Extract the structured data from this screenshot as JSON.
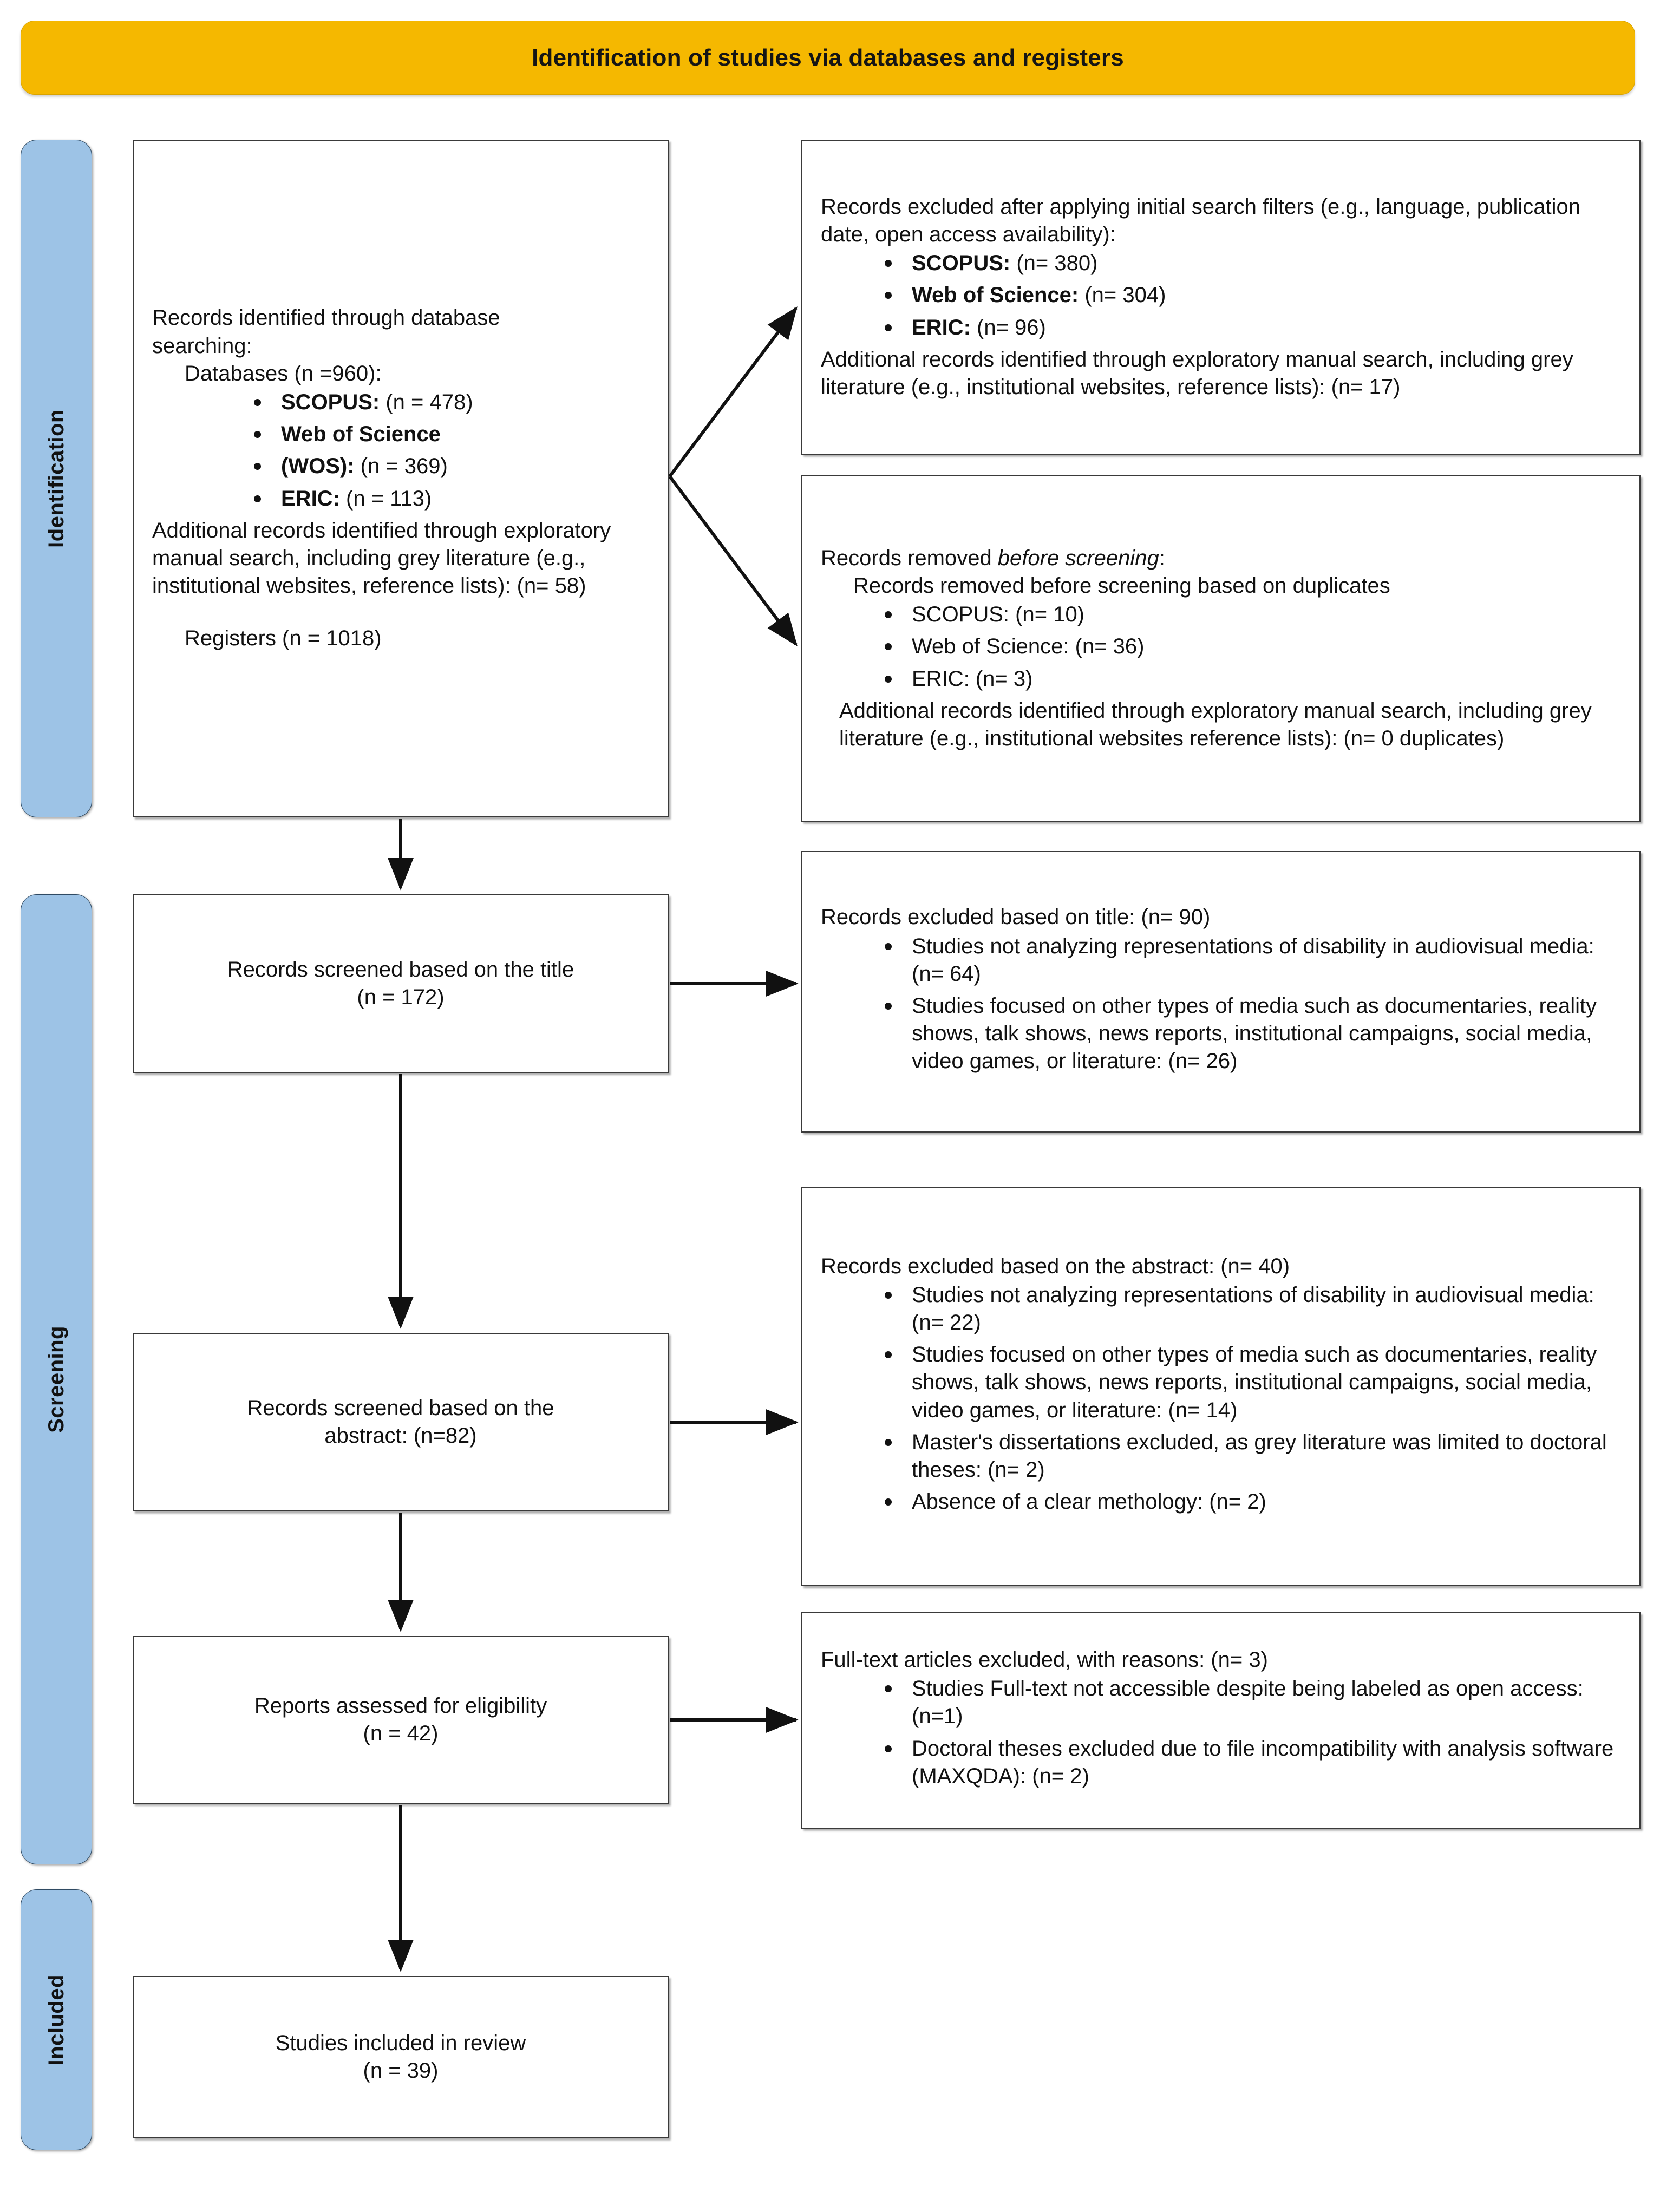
{
  "header": {
    "title": "Identification of studies via databases and registers",
    "bg_color": "#F5B800"
  },
  "stages": [
    {
      "name": "identification",
      "label": "Identification",
      "color": "#9DC3E6"
    },
    {
      "name": "screening",
      "label": "Screening",
      "color": "#9DC3E6"
    },
    {
      "name": "included",
      "label": "Included",
      "color": "#9DC3E6"
    }
  ],
  "boxes": {
    "identified": {
      "line1": "Records identified through database",
      "line2": "searching:",
      "line3": "Databases (n =960):",
      "bullets": [
        {
          "bold": "SCOPUS:",
          "rest": " (n = 478)"
        },
        {
          "bold": "Web of Science",
          "rest": ""
        },
        {
          "bold": "(WOS):",
          "rest": " (n = 369)"
        },
        {
          "bold": "ERIC:",
          "rest": " (n = 113)"
        }
      ],
      "additional": "Additional records identified through exploratory manual search, including grey literature (e.g., institutional websites, reference lists): (n= 58)",
      "registers": "Registers (n = 1018)"
    },
    "initial_filter": {
      "heading": "Records excluded after applying initial search filters (e.g., language, publication date, open access availability):",
      "bullets": [
        {
          "bold": "SCOPUS:",
          "rest": " (n= 380)"
        },
        {
          "bold": "Web of Science:",
          "rest": " (n= 304)"
        },
        {
          "bold": "ERIC:",
          "rest": " (n= 96)"
        }
      ],
      "footer": "Additional records identified through exploratory manual search, including grey literature (e.g., institutional websites, reference lists): (n= 17)"
    },
    "removed_before": {
      "heading_normal": "Records removed ",
      "heading_italic": "before screening",
      "heading_tail": ":",
      "subheading": "Records removed before screening based on duplicates",
      "bullets": [
        "SCOPUS: (n= 10)",
        "Web of Science: (n= 36)",
        "ERIC: (n= 3)"
      ],
      "footer": "Additional records identified through exploratory manual search, including grey literature (e.g., institutional websites reference lists): (n= 0 duplicates)"
    },
    "screen_title": {
      "line1": "Records screened based on the title",
      "line2": "(n = 172)"
    },
    "excl_title": {
      "heading": "Records excluded based on title: (n= 90)",
      "bullets": [
        "Studies not analyzing representations of disability in audiovisual media: (n= 64)",
        "Studies focused on other types of media such as documentaries, reality shows, talk shows, news reports, institutional campaigns, social media, video games, or literature: (n= 26)"
      ]
    },
    "screen_abstract": {
      "line1": "Records screened based on the",
      "line2": "abstract: (n=82)"
    },
    "excl_abstract": {
      "heading": "Records excluded based on the abstract: (n= 40)",
      "bullets": [
        "Studies not analyzing representations of disability in audiovisual media: (n= 22)",
        "Studies focused on other types of media such as documentaries, reality shows, talk shows, news reports, institutional campaigns, social media, video games, or literature: (n= 14)",
        "Master's dissertations excluded, as grey literature was limited to doctoral theses: (n= 2)",
        "Absence of a clear methology: (n= 2)"
      ]
    },
    "eligibility": {
      "line1": "Reports assessed for eligibility",
      "line2": "(n = 42)"
    },
    "excl_fulltext": {
      "heading": "Full-text articles excluded, with reasons: (n= 3)",
      "bullets": [
        "Studies Full-text not accessible despite being labeled as open access: (n=1)",
        "Doctoral theses excluded due to file incompatibility with analysis software (MAXQDA): (n= 2)"
      ]
    },
    "included": {
      "line1": "Studies included in review",
      "line2": "(n = 39)"
    }
  }
}
